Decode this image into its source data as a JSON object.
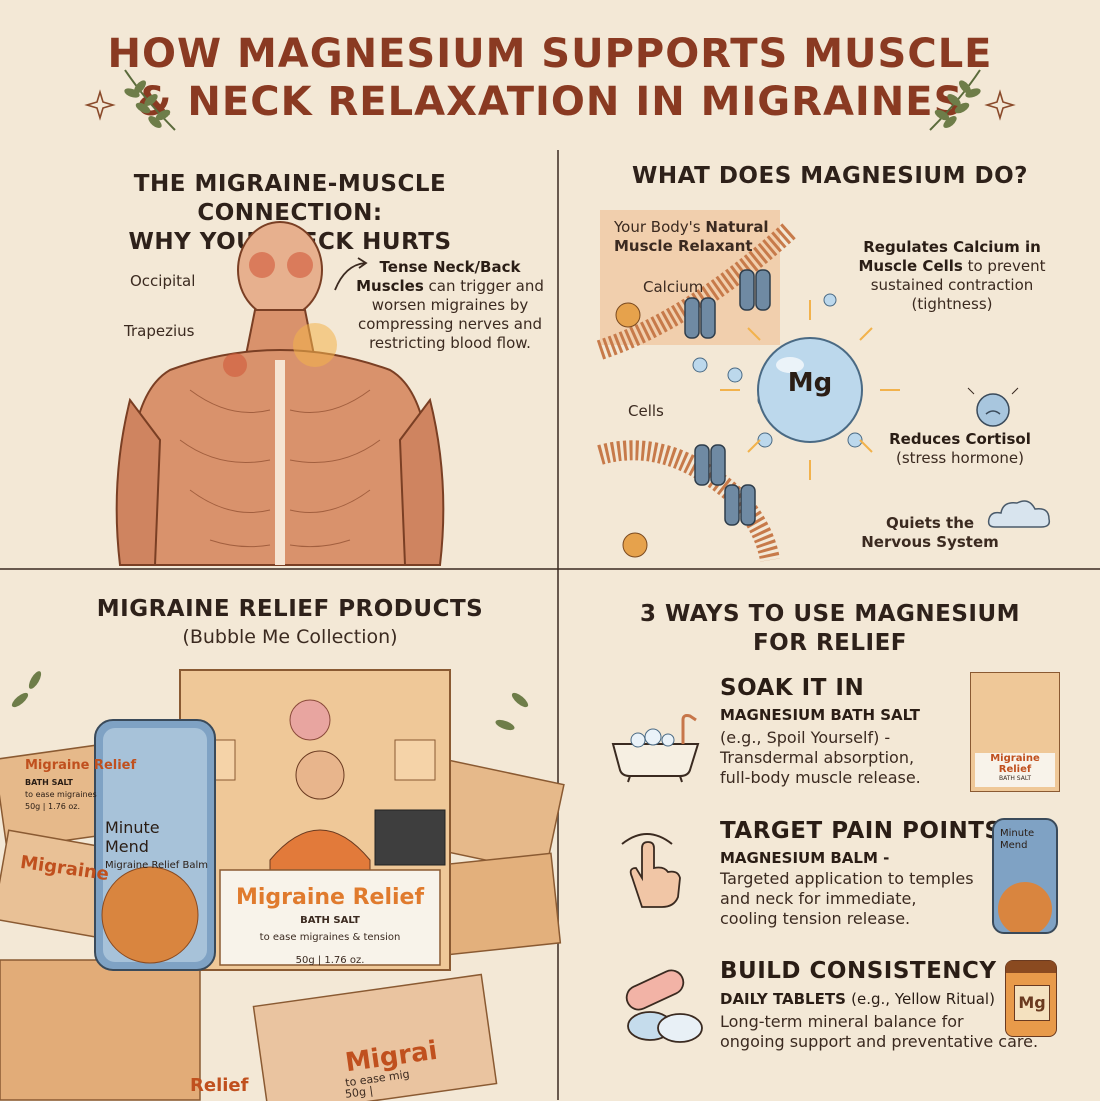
{
  "title": {
    "line1": "HOW MAGNESIUM SUPPORTS MUSCLE",
    "line2": "& NECK RELAXATION IN MIGRAINES"
  },
  "connection": {
    "heading1": "THE MIGRAINE-MUSCLE CONNECTION:",
    "heading2": "WHY YOUR NECK HURTS",
    "label_occipital": "Occipital",
    "label_trapezius": "Trapezius",
    "callout_bold": "Tense Neck/Back Muscles",
    "callout_text": "can trigger and worsen migraines by compressing nerves and restricting blood flow."
  },
  "magnesium": {
    "heading": "WHAT DOES MAGNESIUM DO?",
    "box_pre": "Your Body's",
    "box_bold1": "Natural",
    "box_bold2": "Muscle Relaxant",
    "label_calcium": "Calcium",
    "label_cells": "Cells",
    "mg_symbol": "Mg",
    "regulates_bold": "Regulates Calcium in Muscle Cells",
    "regulates_text": "to prevent sustained contraction (tightness)",
    "cortisol_bold": "Reduces Cortisol",
    "cortisol_text": "(stress hormone)",
    "quiets_line1": "Quiets the",
    "quiets_line2": "Nervous System"
  },
  "products": {
    "heading": "MIGRAINE RELIEF PRODUCTS",
    "subheading": "(Bubble Me Collection)",
    "bag_title": "Migraine Relief",
    "bag_type": "BATH SALT",
    "bag_tagline": "to ease migraines & tension",
    "bag_weight": "50g | 1.76 oz.",
    "tin_line1": "Minute",
    "tin_line2": "Mend",
    "tin_sub": "Migraine Relief Balm",
    "left_pack_title": "Migraine Relief",
    "left_pack_type": "BATH SALT",
    "left_pack_tag": "to ease migraines",
    "left_pack_weight": "50g | 1.76 oz.",
    "stack_title": "Migraine",
    "bottom_pack_title": "Migrai",
    "bottom_pack_tag": "to ease mig",
    "bottom_pack_weight": "50g |",
    "bottom_left_text": "Relief"
  },
  "ways": {
    "heading1": "3 WAYS TO USE MAGNESIUM",
    "heading2": "FOR RELIEF",
    "items": [
      {
        "title": "SOAK IT IN",
        "subtitle": "MAGNESIUM BATH SALT",
        "desc1": "(e.g., Spoil Yourself) -",
        "desc2": "Transdermal absorption,",
        "desc3": "full-body muscle release.",
        "thumb_title": "Migraine Relief",
        "thumb_sub": "BATH SALT"
      },
      {
        "title": "TARGET PAIN POINTS",
        "subtitle": "MAGNESIUM BALM -",
        "desc1": "Targeted application to temples",
        "desc2": "and neck for immediate,",
        "desc3": "cooling tension release.",
        "thumb_title": "Minute",
        "thumb_sub": "Mend"
      },
      {
        "title": "BUILD CONSISTENCY",
        "subtitle": "DAILY TABLETS",
        "subtitle_rest": "(e.g., Yellow Ritual)",
        "desc1": "Long-term mineral balance for",
        "desc2": "ongoing support and preventative care.",
        "thumb_title": "Mg"
      }
    ]
  },
  "colors": {
    "background": "#f3e8d6",
    "title": "#8a3a22",
    "muscle": "#d9926c",
    "accent": "#e0a05a",
    "mg": "#bcd8ec",
    "tin": "#7fa2c4"
  }
}
